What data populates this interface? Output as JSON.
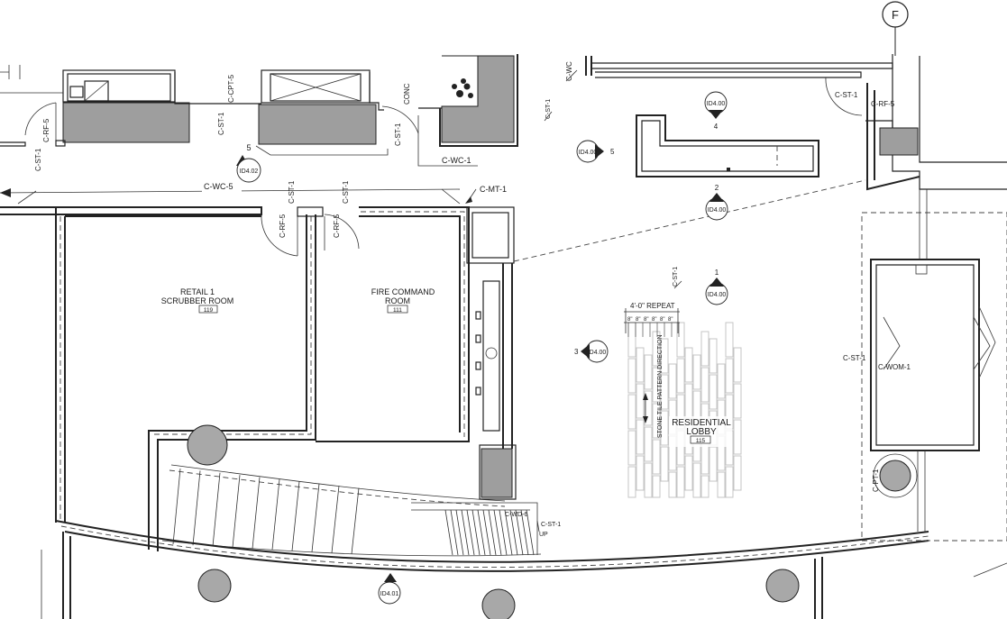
{
  "grid_bubble": "F",
  "rooms": [
    {
      "name_line1": "RETAIL 1",
      "name_line2": "SCRUBBER ROOM",
      "number": "119"
    },
    {
      "name_line1": "FIRE COMMAND",
      "name_line2": "ROOM",
      "number": "111"
    },
    {
      "name_line1": "RESIDENTIAL",
      "name_line2": "LOBBY",
      "number": "115"
    }
  ],
  "finish_tags": {
    "c_st_1": "C-ST-1",
    "c_rf_5": "C-RF-5",
    "c_cpt_5": "C-CPT-5",
    "conc": "CONC",
    "c_wc_1": "C-WC-1",
    "c_wc_5": "C-WC-5",
    "c_mt_1": "C-MT-1",
    "c_wc_partial": "C-WC",
    "c_wom_1": "C-WOM-1",
    "c_pt_1": "C-PT-1",
    "c_wd_6": "C-WD-6",
    "up": "UP"
  },
  "section_markers": [
    {
      "sheet": "ID4.02",
      "number": "5"
    },
    {
      "sheet": "ID4.00",
      "number": "4"
    },
    {
      "sheet": "ID4.00",
      "number": "5"
    },
    {
      "sheet": "ID4.00",
      "number": "2"
    },
    {
      "sheet": "ID4.00",
      "number": "1"
    },
    {
      "sheet": "ID4.00",
      "number": "3"
    },
    {
      "sheet": "ID4.01",
      "number": ""
    }
  ],
  "annotations": {
    "repeat_dim": "4'-0\" REPEAT",
    "sub_dims": [
      "8\"",
      "8\"",
      "8\"",
      "8\"",
      "8\"",
      "8\""
    ],
    "pattern_note": "STONE TILE PATTERN DIRECTION"
  }
}
